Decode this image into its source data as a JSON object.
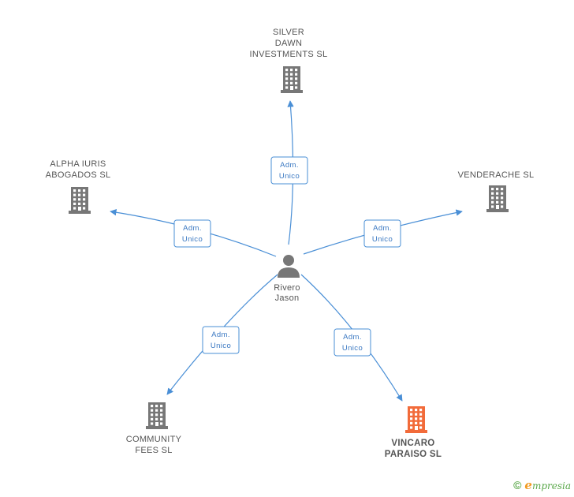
{
  "center": {
    "name": [
      "Rivero",
      "Jason"
    ],
    "icon": "person-icon"
  },
  "companies": [
    {
      "id": "silver",
      "label": [
        "SILVER",
        "DAWN",
        "INVESTMENTS SL"
      ],
      "role": [
        "Adm.",
        "Unico"
      ],
      "icon": "building-icon",
      "color": "#777777",
      "focus": false
    },
    {
      "id": "alpha",
      "label": [
        "ALPHA IURIS",
        "ABOGADOS SL"
      ],
      "role": [
        "Adm.",
        "Unico"
      ],
      "icon": "building-icon",
      "color": "#777777",
      "focus": false
    },
    {
      "id": "vend",
      "label": [
        "VENDERACHE SL"
      ],
      "role": [
        "Adm.",
        "Unico"
      ],
      "icon": "building-icon",
      "color": "#777777",
      "focus": false
    },
    {
      "id": "comm",
      "label": [
        "COMMUNITY",
        "FEES SL"
      ],
      "role": [
        "Adm.",
        "Unico"
      ],
      "icon": "building-icon",
      "color": "#777777",
      "focus": false
    },
    {
      "id": "vinc",
      "label": [
        "VINCARO",
        "PARAISO SL"
      ],
      "role": [
        "Adm.",
        "Unico"
      ],
      "icon": "building-icon",
      "color": "#f26b3a",
      "focus": true
    }
  ],
  "colors": {
    "edge": "#4a8fd6",
    "person": "#777777"
  },
  "footer": {
    "copyright": "©",
    "brand_initial": "e",
    "brand_rest": "mpresia"
  }
}
